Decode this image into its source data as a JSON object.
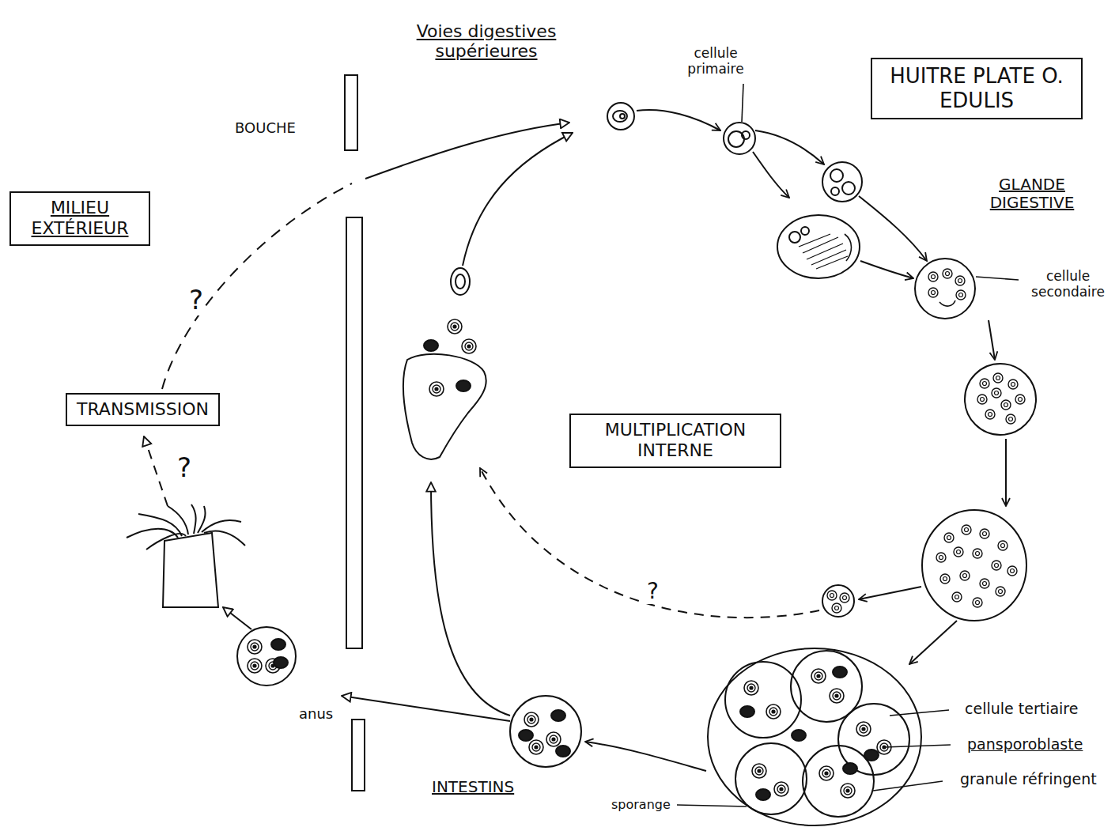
{
  "diagram": {
    "nodes": [
      {
        "text": [
          "HUITRE PLATE O. EDULIS"
        ]
      },
      {
        "text": [
          "MILIEU EXTÉRIEUR"
        ]
      },
      {
        "text": [
          "TRANSMISSION"
        ]
      },
      {
        "text": [
          "MULTIPLICATION INTERNE"
        ]
      }
    ],
    "labels": [
      "Voies digestives supérieures",
      "BOUCHE",
      "cellule primaire",
      "GLANDE DIGESTIVE",
      "cellule secondaire",
      "?",
      "?",
      "?",
      "cellule tertiaire",
      "pansporoblaste",
      "granule réfringent",
      "anus",
      "INTESTINS",
      "sporange"
    ]
  }
}
